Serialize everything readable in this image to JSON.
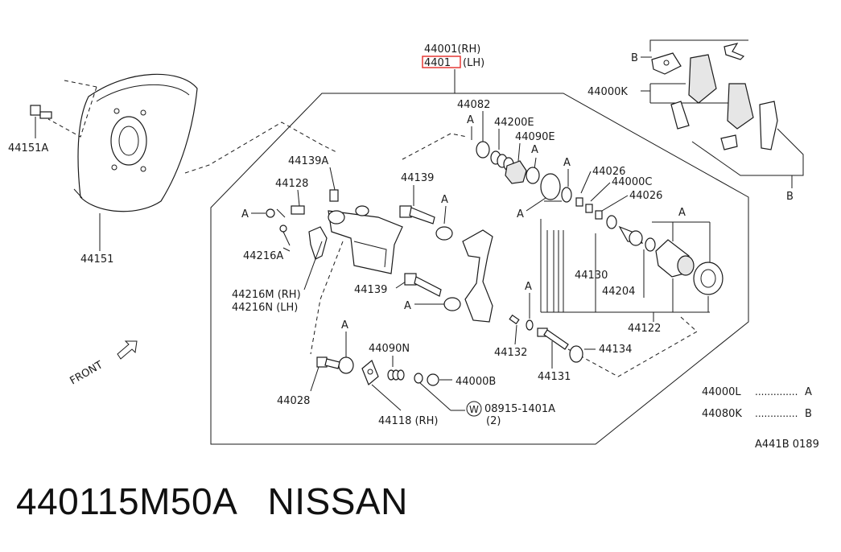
{
  "colors": {
    "highlight": "#e53935",
    "ink": "#1a1a1a"
  },
  "header": {
    "rh": "44001(RH)",
    "lh_prefix": "4401",
    "lh_suffix": "(LH)"
  },
  "parts": {
    "p44151A": "44151A",
    "p44151": "44151",
    "p44139A": "44139A",
    "p44128": "44128",
    "p44216A": "44216A",
    "p44216M": "44216M (RH)",
    "p44216N": "44216N (LH)",
    "p44139_top": "44139",
    "p44139_bot": "44139",
    "p44082": "44082",
    "p44200E": "44200E",
    "p44090E": "44090E",
    "p44026_a": "44026",
    "p44000C": "44000C",
    "p44026_b": "44026",
    "p44130": "44130",
    "p44204": "44204",
    "p44122": "44122",
    "p44132": "44132",
    "p44134": "44134",
    "p44131": "44131",
    "p44090N": "44090N",
    "p44000B": "44000B",
    "p44028": "44028",
    "p44118": "44118 (RH)",
    "p08915": "08915-1401A",
    "p08915_qty": "(2)",
    "p44000K": "44000K"
  },
  "markers": {
    "a": "A",
    "b": "B",
    "w": "W"
  },
  "front_label": "FRONT",
  "legend": [
    {
      "code": "44000L",
      "dots": "..............",
      "ref": "A"
    },
    {
      "code": "44080K",
      "dots": "..............",
      "ref": "B"
    }
  ],
  "figure_id": "A441B 0189",
  "caption": "440115M50A   NISSAN"
}
